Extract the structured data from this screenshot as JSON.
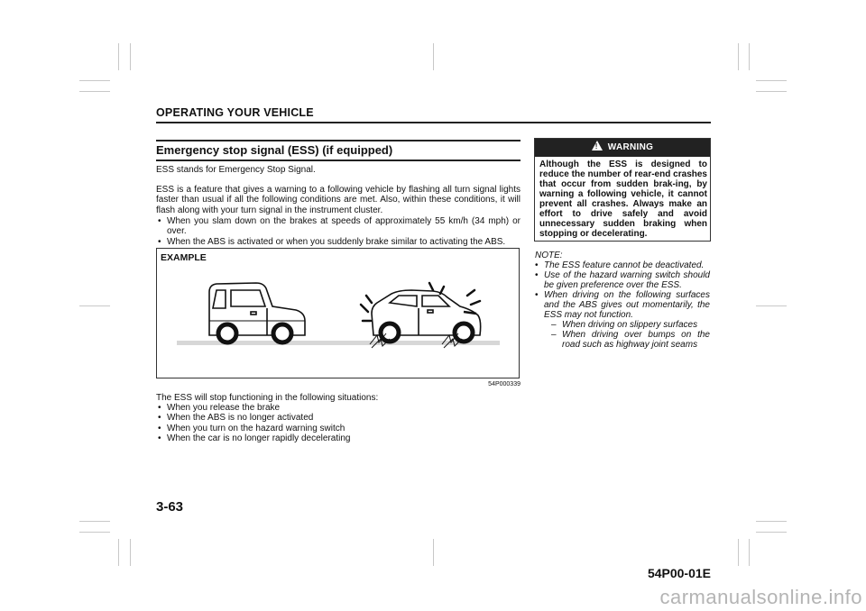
{
  "header": {
    "title": "OPERATING YOUR VEHICLE"
  },
  "section": {
    "title": "Emergency stop signal (ESS) (if equipped)",
    "intro_1": "ESS stands for Emergency Stop Signal.",
    "intro_2": "ESS is a feature that gives a warning to a following vehicle by flashing all turn signal lights faster than usual if all the following conditions are met. Also, within these conditions, it will flash along with your turn signal in the instrument cluster.",
    "conditions": [
      "When you slam down on the brakes at speeds of approximately 55 km/h (34 mph) or over.",
      "When the ABS is activated or when you suddenly brake similar to activating the ABS."
    ]
  },
  "figure": {
    "label": "EXAMPLE",
    "code": "54P000339"
  },
  "stop": {
    "intro": "The ESS will stop functioning in the following situations:",
    "items": [
      "When you release the brake",
      "When the ABS is no longer activated",
      "When you turn on the hazard warning switch",
      "When the car is no longer rapidly decelerating"
    ]
  },
  "warning": {
    "heading": "WARNING",
    "icon": "warning-triangle-icon",
    "text": "Although the ESS is designed to reduce the number of rear-end crashes that occur from sudden brak-ing, by warning a following vehicle, it cannot prevent all crashes. Always make an effort to drive safely and avoid unnecessary sudden braking when stopping or decelerating."
  },
  "note": {
    "label": "NOTE:",
    "items": [
      "The ESS feature cannot be deactivated.",
      "Use of the hazard warning switch should be given preference over the ESS.",
      "When driving on the following surfaces and the ABS gives out momentarily, the ESS may not function."
    ],
    "sub_items": [
      "When driving on slippery surfaces",
      "When driving over bumps on the road such as highway joint seams"
    ]
  },
  "footer": {
    "page_number": "3-63",
    "doc_code": "54P00-01E",
    "watermark": "carmanualsonline.info"
  }
}
